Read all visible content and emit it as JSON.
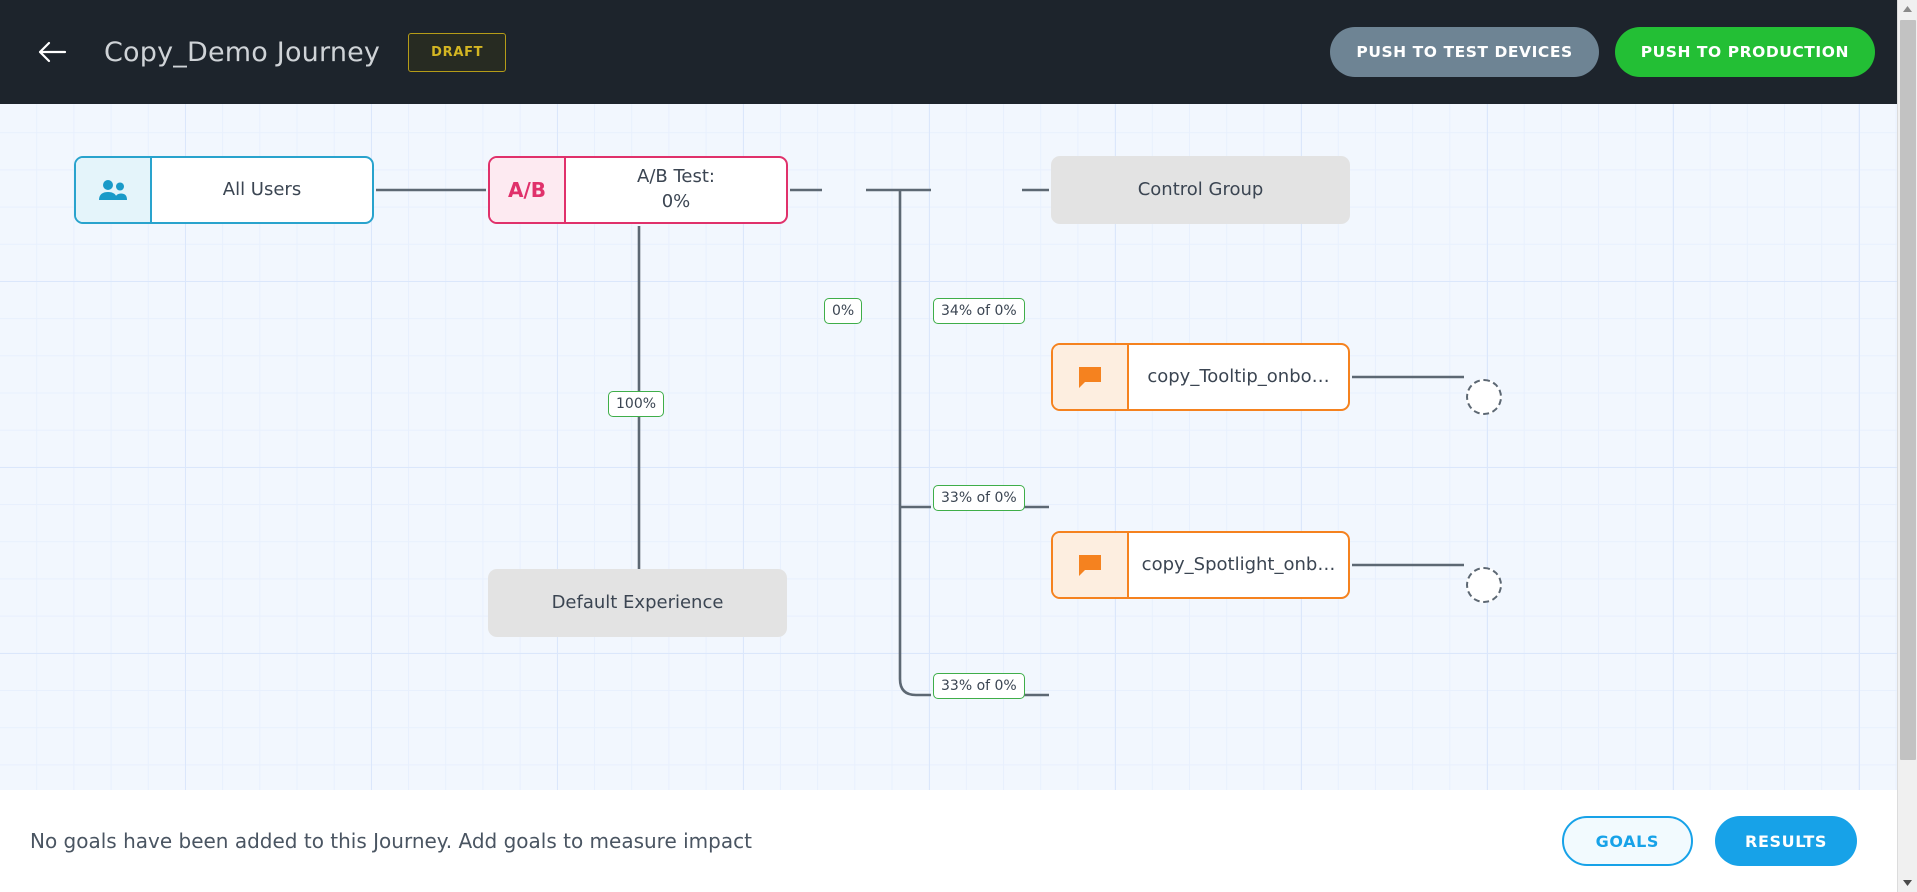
{
  "header": {
    "back_icon": "arrow-left-icon",
    "title": "Copy_Demo Journey",
    "status": "DRAFT",
    "push_test_label": "PUSH TO TEST DEVICES",
    "push_prod_label": "PUSH TO PRODUCTION",
    "colors": {
      "background": "#1d242c",
      "title": "#cfd3d7",
      "draft_border": "#b59c18",
      "draft_text": "#d4b622",
      "push_test_bg": "#6e8494",
      "push_prod_bg": "#23bf35"
    }
  },
  "canvas": {
    "background": "#f2f7fe",
    "grid_line": "#dbe7fb",
    "nodes": [
      {
        "id": "audience",
        "label": "All Users",
        "icon": "people-icon",
        "type": "audience",
        "accent": "#29a3cd"
      },
      {
        "id": "abtest",
        "icon_label": "A/B",
        "icon": "ab-split-icon",
        "line1": "A/B Test:",
        "line2": "0%",
        "type": "ab-test",
        "accent": "#e0316b"
      },
      {
        "id": "control",
        "label": "Control Group",
        "type": "plain",
        "accent": "#e3e3e3"
      },
      {
        "id": "default",
        "label": "Default Experience",
        "type": "plain",
        "accent": "#e3e3e3"
      },
      {
        "id": "tooltip",
        "label": "copy_Tooltip_onbo…",
        "icon": "message-bubble-icon",
        "type": "message",
        "accent": "#f5821f"
      },
      {
        "id": "spotlight",
        "label": "copy_Spotlight_onb…",
        "icon": "message-bubble-icon",
        "type": "message",
        "accent": "#f5821f"
      }
    ],
    "edge_labels": {
      "ab_out": "0%",
      "control": "34% of 0%",
      "default": "100%",
      "tooltip": "33% of 0%",
      "spotlight": "33% of 0%"
    },
    "edge_badge_border": "#3fae49",
    "endpoints": [
      {
        "id": "endpoint-tooltip",
        "style": "dashed-circle"
      },
      {
        "id": "endpoint-spotlight",
        "style": "dashed-circle"
      }
    ]
  },
  "bottom": {
    "message": "No goals have been added to this Journey. Add goals to measure impact",
    "goals_label": "GOALS",
    "results_label": "RESULTS",
    "accent": "#17a2e8"
  },
  "scrollbar": {
    "up_icon": "triangle-up-icon",
    "down_icon": "triangle-down-icon",
    "thumb": "scrollbar-thumb"
  }
}
